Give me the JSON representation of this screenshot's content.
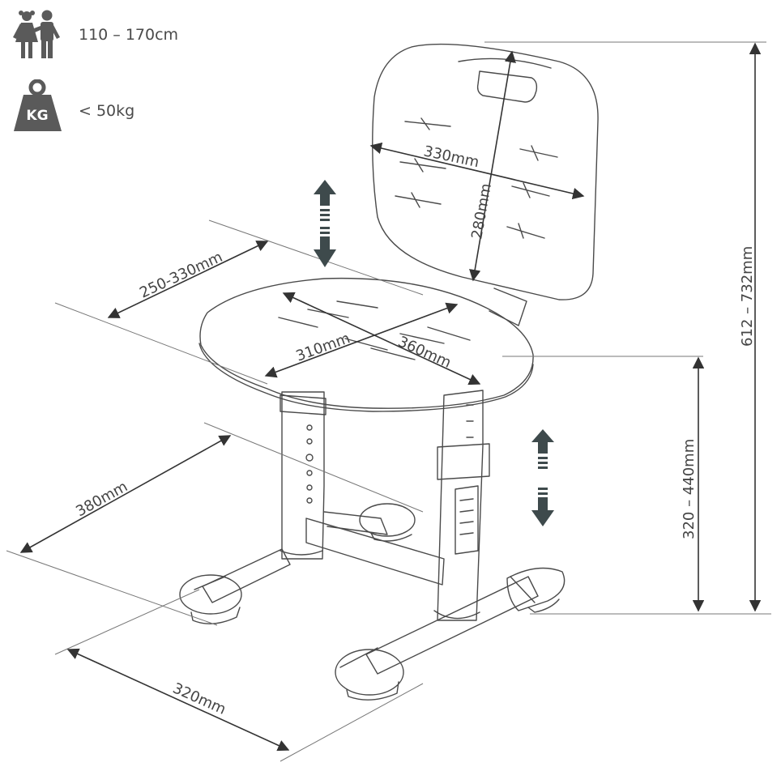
{
  "specs": {
    "height_range": "110 – 170cm",
    "weight_limit": "< 50kg",
    "weight_icon_label": "KG",
    "height_icon": "children-icon",
    "weight_icon": "weight-kg-icon"
  },
  "dimensions": {
    "backrest_width": "330mm",
    "backrest_height": "280mm",
    "total_height": "612 – 732mm",
    "seat_height": "320 – 440mm",
    "seat_depth_range": "250-330mm",
    "seat_width": "310mm",
    "seat_diagonal": "360mm",
    "base_depth": "380mm",
    "base_width": "320mm"
  },
  "colors": {
    "line": "#4a4a4a",
    "arrow": "#3e4a4c",
    "icon": "#5a5a5a"
  }
}
